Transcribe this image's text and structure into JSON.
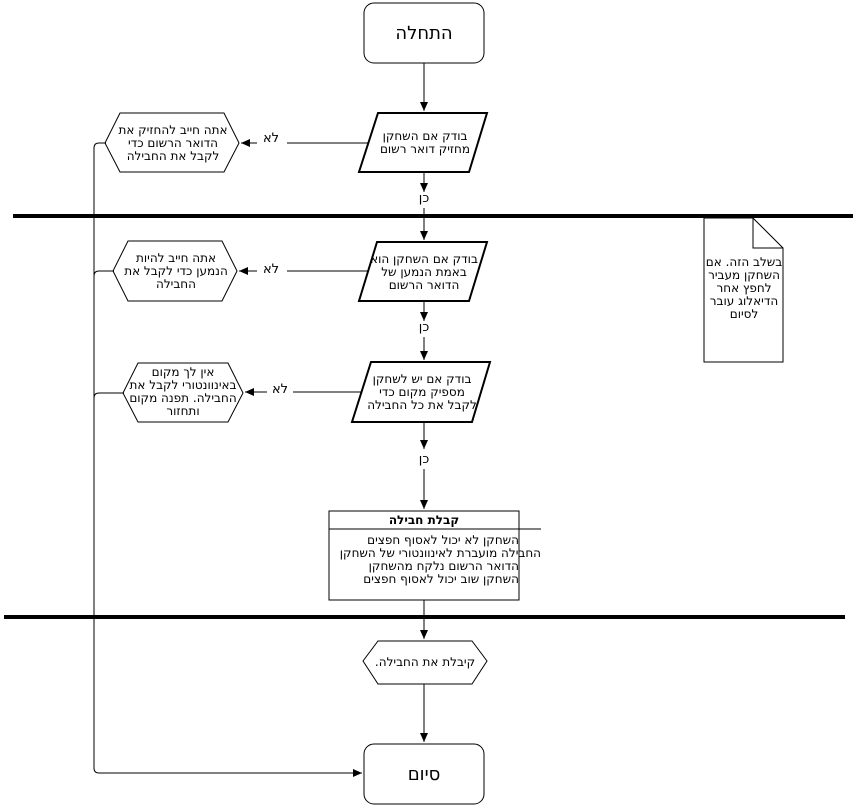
{
  "start": "התחלה",
  "end": "סיום",
  "decisions": [
    {
      "text": "בודק אם השחקן מחזיק דואר רשום"
    },
    {
      "text": "בודק אם השחקן הוא באמת הנמען של הדואר הרשום"
    },
    {
      "text": "בודק אם יש לשחקן מספיק מקום כדי לקבל את כל החבילה"
    }
  ],
  "errors": [
    {
      "text": "אתה חייב להחזיק את הדואר הרשום כדי לקבל את החבילה"
    },
    {
      "text": "אתה חייב להיות הנמען כדי לקבל את החבילה"
    },
    {
      "text": "אין לך מקום באינוונטורי לקבל את החבילה. תפנה מקום ותחזור"
    }
  ],
  "labels": {
    "no": "לא",
    "yes": "כן"
  },
  "receive_block": {
    "title": "קבלת חבילה",
    "lines": [
      "השחקן לא יכול לאסוף חפצים",
      "החבילה מועברת לאינוונטורי של השחקן",
      "הדואר הרשום נלקח מהשחקן",
      "השחקן שוב יכול לאסוף חפצים"
    ]
  },
  "success": "קיבלת את החבילה.",
  "note": "בשלב הזה. אם השחקן מעביר לחפץ אחר הדיאלוג עובר לסיום",
  "colors": {
    "stroke": "#000000",
    "fill": "#ffffff"
  }
}
